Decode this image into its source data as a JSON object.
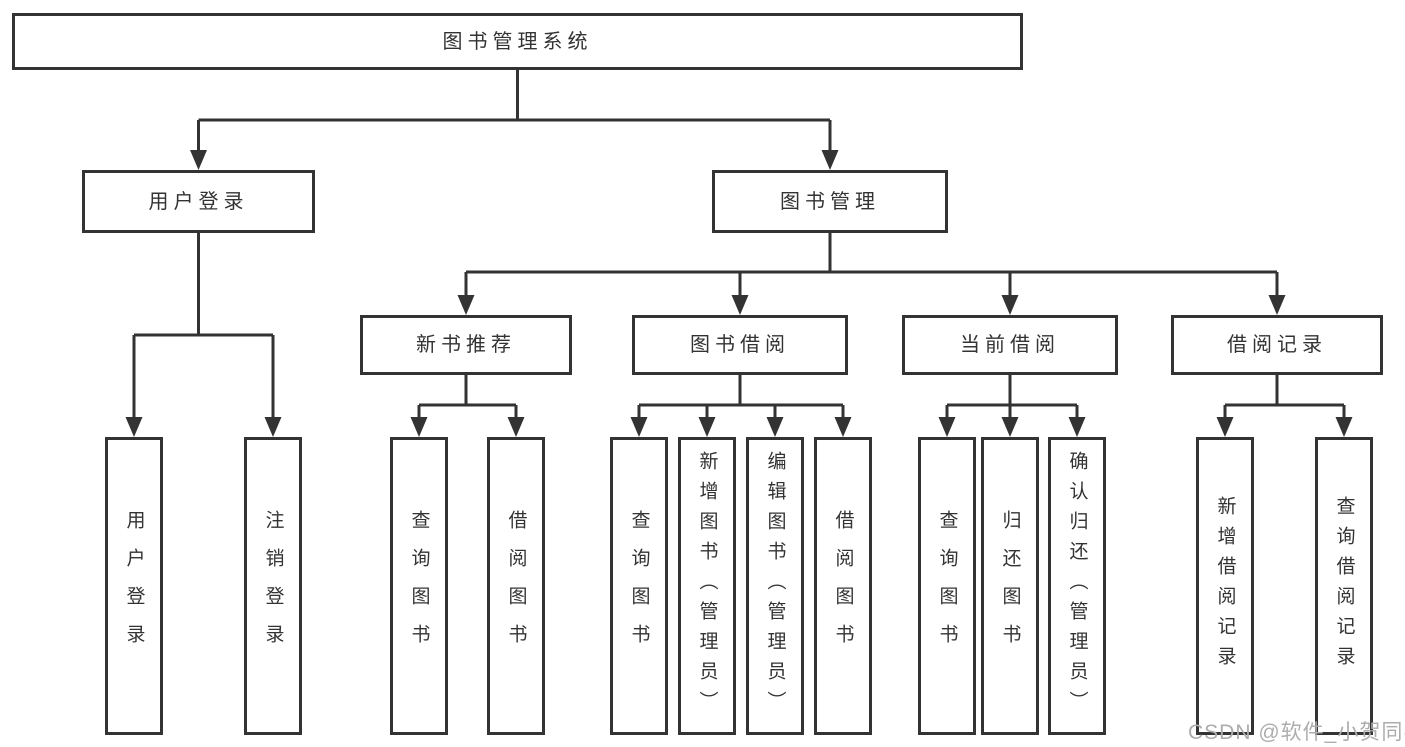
{
  "diagram": {
    "root": {
      "label": "图书管理系统"
    },
    "user_branch": {
      "label": "用户登录",
      "children": [
        {
          "label": "用户登录"
        },
        {
          "label": "注销登录"
        }
      ]
    },
    "book_branch": {
      "label": "图书管理",
      "groups": [
        {
          "label": "新书推荐",
          "children": [
            {
              "label": "查询图书"
            },
            {
              "label": "借阅图书"
            }
          ]
        },
        {
          "label": "图书借阅",
          "children": [
            {
              "label": "查询图书"
            },
            {
              "label": "新增图书（管理员）"
            },
            {
              "label": "编辑图书（管理员）"
            },
            {
              "label": "借阅图书"
            }
          ]
        },
        {
          "label": "当前借阅",
          "children": [
            {
              "label": "查询图书"
            },
            {
              "label": "归还图书"
            },
            {
              "label": "确认归还（管理员）"
            }
          ]
        },
        {
          "label": "借阅记录",
          "children": [
            {
              "label": "新增借阅记录"
            },
            {
              "label": "查询借阅记录"
            }
          ]
        }
      ]
    },
    "colors": {
      "line": "#333333",
      "text": "#333333",
      "watermark": "#adadad"
    },
    "watermark": "CSDN @软件_小贺同学"
  }
}
